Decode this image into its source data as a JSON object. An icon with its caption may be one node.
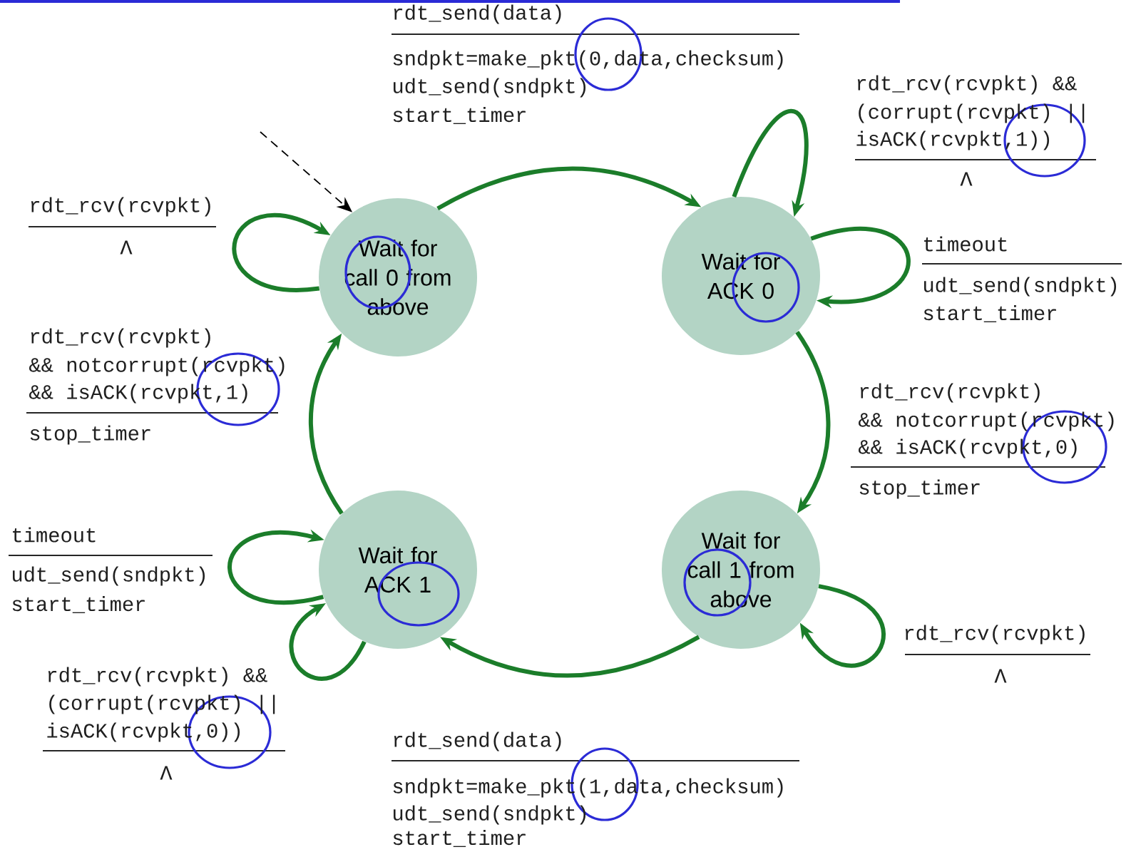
{
  "diagram": {
    "nodes": [
      {
        "text": [
          "Wait for call 0 from above"
        ]
      },
      {
        "text": [
          "Wait for ACK 0"
        ]
      },
      {
        "text": [
          "Wait for ACK 1"
        ]
      },
      {
        "text": [
          "Wait for call 1 from above"
        ]
      }
    ],
    "edges": [
      {
        "from": null,
        "to": 0,
        "arrow": "to",
        "style": "dashed",
        "color": "#000000"
      },
      {
        "from": 0,
        "to": 1,
        "arrow": "to"
      },
      {
        "from": 0,
        "to": 0,
        "arrow": "to"
      },
      {
        "from": 1,
        "to": 1,
        "arrow": "to"
      },
      {
        "from": 1,
        "to": 1,
        "arrow": "to"
      },
      {
        "from": 1,
        "to": 3,
        "arrow": "to"
      },
      {
        "from": 2,
        "to": 0,
        "arrow": "to"
      },
      {
        "from": 2,
        "to": 2,
        "arrow": "to"
      },
      {
        "from": 2,
        "to": 2,
        "arrow": "to"
      },
      {
        "from": 3,
        "to": 2,
        "arrow": "to"
      },
      {
        "from": 3,
        "to": 3,
        "arrow": "to"
      }
    ],
    "labels": [
      "rdt_send(data)",
      "sndpkt=make_pkt(0,data,checksum)",
      "udt_send(sndpkt)",
      "start_timer",
      "rdt_rcv(rcvpkt) &&",
      "(corrupt(rcvpkt) ||",
      "isACK(rcvpkt,1))",
      "Λ",
      "rdt_rcv(rcvpkt)",
      "Λ",
      "timeout",
      "udt_send(sndpkt)",
      "start_timer",
      "rdt_rcv(rcvpkt)",
      "&& notcorrupt(rcvpkt)",
      "&& isACK(rcvpkt,1)",
      "stop_timer",
      "rdt_rcv(rcvpkt)",
      "&& notcorrupt(rcvpkt)",
      "&& isACK(rcvpkt,0)",
      "stop_timer",
      "timeout",
      "udt_send(sndpkt)",
      "start_timer",
      "rdt_rcv(rcvpkt)",
      "Λ",
      "rdt_rcv(rcvpkt) &&",
      "(corrupt(rcvpkt) ||",
      "isACK(rcvpkt,0))",
      "Λ",
      "rdt_send(data)",
      "sndpkt=make_pkt(1,data,checksum)",
      "udt_send(sndpkt)",
      "start_timer"
    ]
  }
}
